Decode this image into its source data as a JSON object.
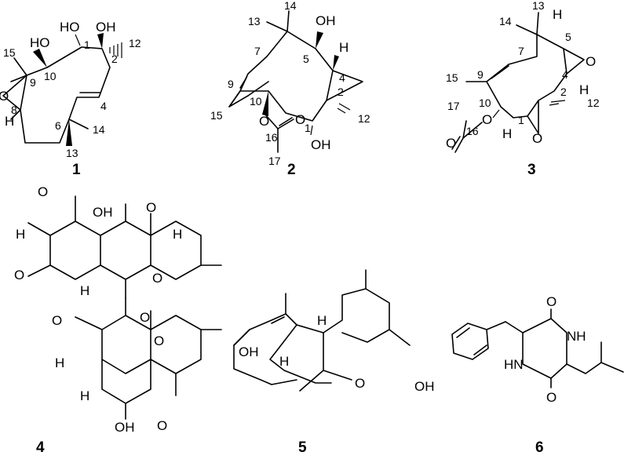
{
  "compounds": [
    {
      "id": "1",
      "atoms": {
        "oh_a": "HO",
        "oh_b": "HO",
        "oh_c": "OH",
        "epox_o": "O",
        "h8": "H"
      },
      "locants": {
        "c1": "1",
        "c2": "2",
        "c4": "4",
        "c6": "6",
        "c8": "8",
        "c9": "9",
        "c10": "10",
        "c12": "12",
        "c13": "13",
        "c14": "14",
        "c15": "15"
      }
    },
    {
      "id": "2",
      "atoms": {
        "oh5": "OH",
        "h4": "H",
        "oh1": "OH",
        "ester_o": "O",
        "carbonyl_o": "O"
      },
      "locants": {
        "c1": "1",
        "c2": "2",
        "c4": "4",
        "c5": "5",
        "c7": "7",
        "c9": "9",
        "c10": "10",
        "c12": "12",
        "c13": "13",
        "c14": "14",
        "c15": "15",
        "c16": "16",
        "c17": "17"
      }
    },
    {
      "id": "3",
      "atoms": {
        "h5": "H",
        "o_top": "O",
        "h4": "H",
        "ester_o": "O",
        "carbonyl_o": "O",
        "o_bottom": "O",
        "h1": "H"
      },
      "locants": {
        "c1": "1",
        "c2": "2",
        "c4": "4",
        "c5": "5",
        "c7": "7",
        "c9": "9",
        "c10": "10",
        "c12": "12",
        "c13": "13",
        "c14": "14",
        "c15": "15",
        "c16": "16",
        "c17": "17"
      }
    },
    {
      "id": "4",
      "atoms": {
        "o_me1": "O",
        "oh_top": "OH",
        "carbonyl_top": "O",
        "h_right": "H",
        "h_left": "H",
        "o_me2": "O",
        "h_ring": "H",
        "o_pyran_top": "O",
        "o_me3": "O",
        "o_me4": "O",
        "h_lower": "H",
        "o_pyran_bot": "O",
        "h_lower2": "H",
        "oh_bot": "OH",
        "carbonyl_bot": "O"
      }
    },
    {
      "id": "5",
      "atoms": {
        "h_a": "H",
        "oh": "OH",
        "h_b": "H",
        "o_ring": "O",
        "oh_ar": "OH"
      }
    },
    {
      "id": "6",
      "atoms": {
        "o_top": "O",
        "nh_right": "NH",
        "hn_left": "HN",
        "o_bot": "O"
      }
    }
  ]
}
